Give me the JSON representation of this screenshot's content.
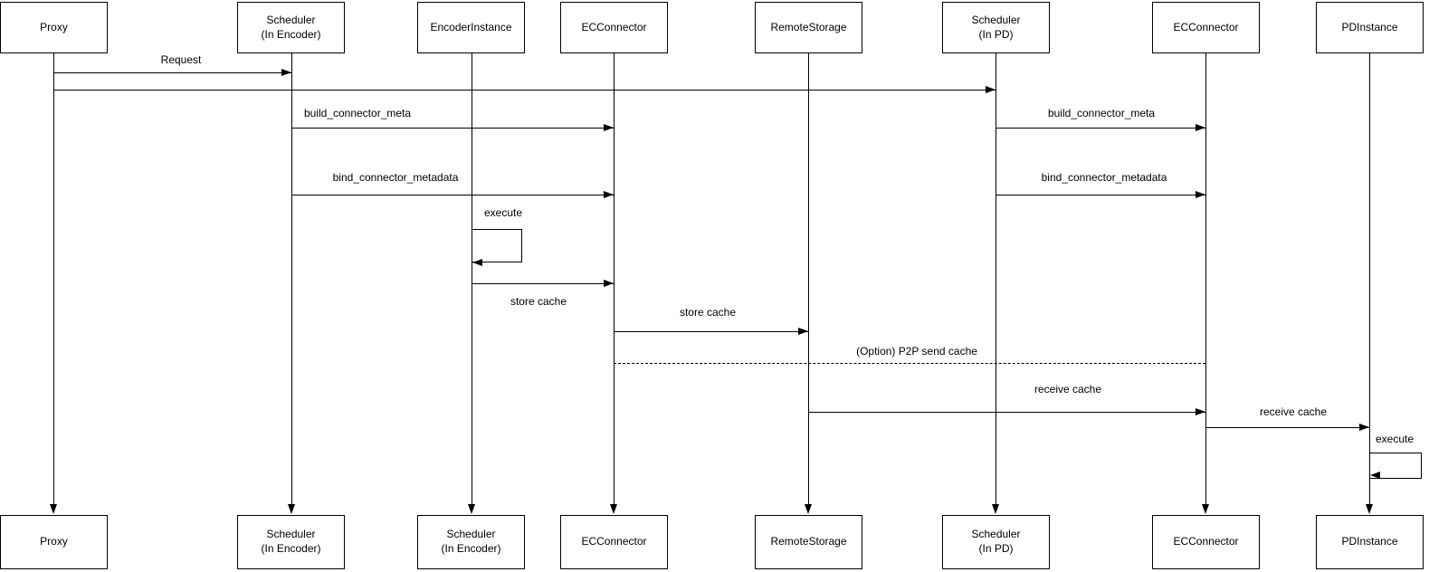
{
  "diagram": {
    "type": "sequence",
    "colors": {
      "stroke": "#000000",
      "background": "#ffffff",
      "text": "#000000"
    }
  },
  "participants_top": [
    "Proxy",
    "Scheduler\n(In Encoder)",
    "EncoderInstance",
    "ECConnector",
    "RemoteStorage",
    "Scheduler\n(In PD)",
    "ECConnector",
    "PDInstance"
  ],
  "participants_bottom": [
    "Proxy",
    "Scheduler\n(In Encoder)",
    "Scheduler\n(In Encoder)",
    "ECConnector",
    "RemoteStorage",
    "Scheduler\n(In PD)",
    "ECConnector",
    "PDInstance"
  ],
  "messages": [
    {
      "label": "Request",
      "from": "Proxy",
      "to": "Scheduler (In Encoder)",
      "style": "solid"
    },
    {
      "label": "",
      "from": "Proxy",
      "to": "Scheduler (In PD)",
      "style": "solid"
    },
    {
      "label": "build_connector_meta",
      "from": "Scheduler (In Encoder)",
      "to": "ECConnector",
      "style": "solid"
    },
    {
      "label": "build_connector_meta",
      "from": "Scheduler (In PD)",
      "to": "ECConnector",
      "style": "solid"
    },
    {
      "label": "bind_connector_metadata",
      "from": "Scheduler (In Encoder)",
      "to": "ECConnector",
      "style": "solid"
    },
    {
      "label": "bind_connector_metadata",
      "from": "Scheduler (In PD)",
      "to": "ECConnector",
      "style": "solid"
    },
    {
      "label": "execute",
      "from": "EncoderInstance",
      "to": "EncoderInstance",
      "style": "self-loop"
    },
    {
      "label": "store cache",
      "from": "EncoderInstance",
      "to": "ECConnector",
      "style": "solid"
    },
    {
      "label": "store cache",
      "from": "ECConnector",
      "to": "RemoteStorage",
      "style": "solid"
    },
    {
      "label": "(Option) P2P send cache",
      "from": "ECConnector",
      "to": "ECConnector",
      "style": "dashed"
    },
    {
      "label": "receive cache",
      "from": "RemoteStorage",
      "to": "ECConnector",
      "style": "solid"
    },
    {
      "label": "receive cache",
      "from": "ECConnector",
      "to": "PDInstance",
      "style": "solid"
    },
    {
      "label": "execute",
      "from": "PDInstance",
      "to": "PDInstance",
      "style": "self-loop"
    }
  ]
}
